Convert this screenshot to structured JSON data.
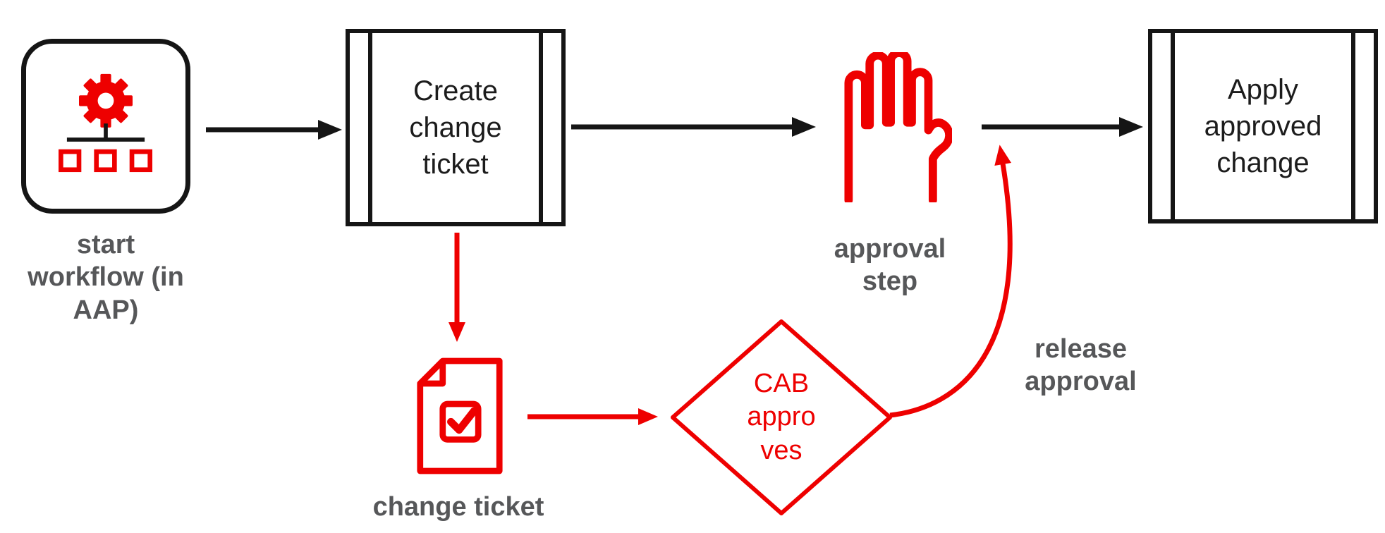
{
  "diagram": {
    "nodes": {
      "start_workflow": {
        "label": "start workflow (in AAP)"
      },
      "create_change_ticket": {
        "label": "Create change ticket"
      },
      "approval_step": {
        "label": "approval step"
      },
      "apply_approved_change": {
        "label": "Apply approved change"
      },
      "change_ticket": {
        "label": "change ticket"
      },
      "cab_approves": {
        "label": "CAB approves"
      }
    },
    "edges": {
      "release_approval": {
        "label": "release approval"
      }
    },
    "icons": {
      "start": "workflow-gear-icon",
      "approval": "hand-stop-icon",
      "ticket": "document-check-icon"
    },
    "colors": {
      "accent_red": "#ee0000",
      "line_black": "#151515",
      "label_gray": "#565759",
      "background": "#ffffff"
    }
  }
}
